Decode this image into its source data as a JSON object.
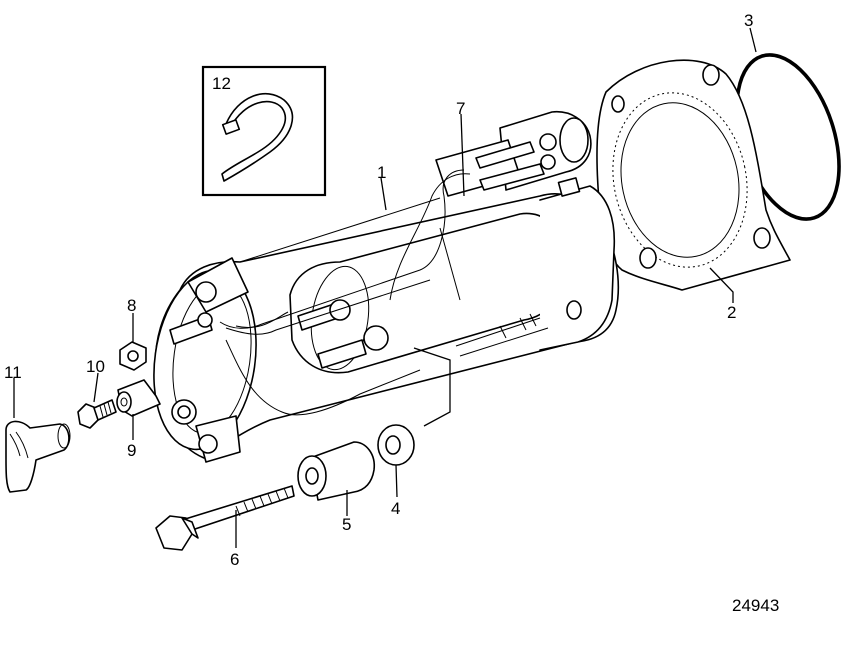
{
  "diagram": {
    "labels": {
      "l1": "1",
      "l2": "2",
      "l3": "3",
      "l4": "4",
      "l5": "5",
      "l6": "6",
      "l7": "7",
      "l8": "8",
      "l9": "9",
      "l10": "10",
      "l11": "11",
      "l12": "12"
    },
    "drawing_number": "24943",
    "colors": {
      "line": "#000000",
      "background": "#ffffff"
    }
  }
}
